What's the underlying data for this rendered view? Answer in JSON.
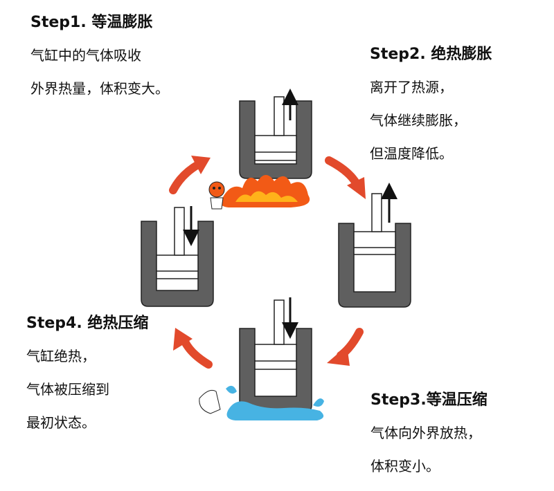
{
  "steps": [
    {
      "title": "Step1. 等温膨胀",
      "lines": [
        "气缸中的气体吸收",
        "外界热量，体积变大。"
      ]
    },
    {
      "title": "Step2. 绝热膨胀",
      "lines": [
        "离开了热源，",
        "气体继续膨胀，",
        "但温度降低。"
      ]
    },
    {
      "title": "Step3.等温压缩",
      "lines": [
        "气体向外界放热，",
        "体积变小。"
      ]
    },
    {
      "title": "Step4. 绝热压缩",
      "lines": [
        "气缸绝热，",
        "气体被压缩到",
        "最初状态。"
      ]
    }
  ],
  "colors": {
    "cylinder": "#5f5f5f",
    "piston": "#ffffff",
    "arrow": "#e24a2c",
    "fire": "#f25a16",
    "water": "#47b3e3"
  },
  "icons": [
    "fire-flame-icon",
    "water-splash-icon"
  ]
}
